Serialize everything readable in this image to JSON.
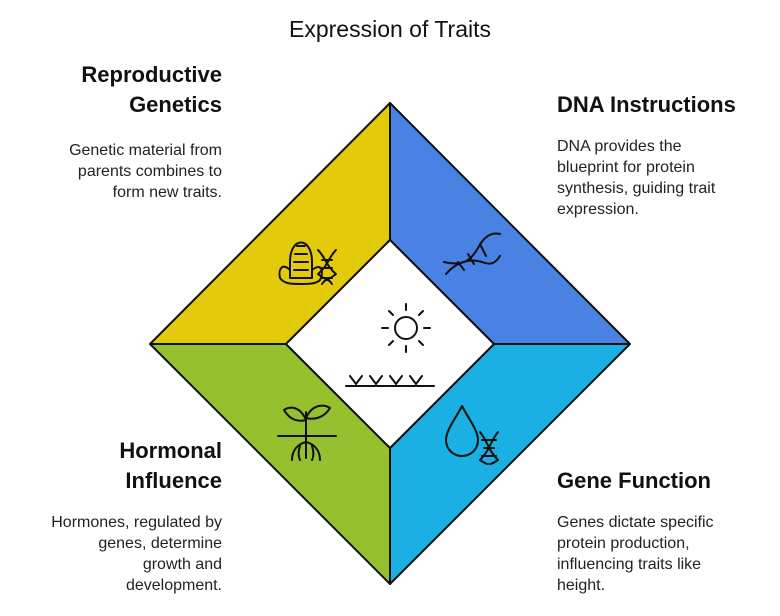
{
  "title": "Expression of Traits",
  "colors": {
    "yellow": "#e3cb09",
    "blue": "#4a82e4",
    "green": "#95c030",
    "cyan": "#1ab0e3",
    "outline": "#111111"
  },
  "sections": {
    "reproductive": {
      "heading": [
        "Reproductive",
        "Genetics"
      ],
      "body": [
        "Genetic material from",
        "parents combines to",
        "form new traits."
      ],
      "icon": "corn-dna-icon"
    },
    "dna": {
      "heading": [
        "DNA Instructions"
      ],
      "body": [
        "DNA provides the",
        "blueprint for protein",
        "synthesis, guiding trait",
        "expression."
      ],
      "icon": "dna-helix-icon"
    },
    "hormonal": {
      "heading": [
        "Hormonal",
        "Influence"
      ],
      "body": [
        "Hormones, regulated by",
        "genes, determine",
        "growth and",
        "development."
      ],
      "icon": "sprout-roots-icon"
    },
    "gene": {
      "heading": [
        "Gene Function"
      ],
      "body": [
        "Genes dictate specific",
        "protein production,",
        "influencing traits like",
        "height."
      ],
      "icon": "drop-dna-icon"
    }
  },
  "center": {
    "icon": "sun-grass-icon"
  }
}
